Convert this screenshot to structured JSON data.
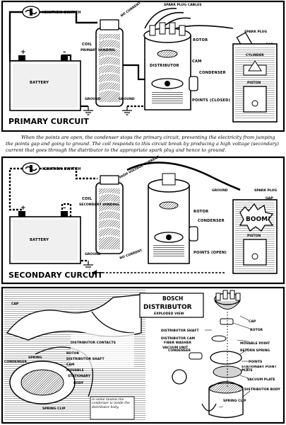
{
  "primary": {
    "title": "PRIMARY CURCUIT",
    "labels": {
      "ignition_switch": "IGNITION SWITCH",
      "no_current": "NO CURRENT",
      "spark_cables": "SPARK PLUG CABLES",
      "spark_plug": "SPARK PLUG",
      "rotor": "ROTOR",
      "gap": "GAP",
      "coil": "COIL",
      "primary_winding": "PRIMARY WINDING",
      "cylinder": "CYLINDER",
      "distributor": "DISTRIBUTOR",
      "cam": "CAM",
      "condenser": "CONDENSER",
      "battery": "BATTERY",
      "piston": "PISTON",
      "ground_1": "GROUND",
      "ground_2": "GROUND",
      "points_closed": "POINTS (CLOSED)",
      "plus": "+",
      "minus": "–"
    }
  },
  "caption": {
    "line1": "When the points are open, the condenser stops the primary circuit, preventing the electricity from jumping",
    "line2": "the points gap and going to ground. The coil responds to this circuit break by producing a high voltage (secondary)",
    "line3": "current that goes through the distributor to the appropriate spark plug and hence to ground."
  },
  "secondary": {
    "title": "SECONDARY CURCUIT",
    "labels": {
      "ignition_switch": "IGNITION SWITCH",
      "high_voltage": "HIGH VOLTAGE CURRENT",
      "ground_top": "GROUND",
      "spark_plug": "SPARK PLUG",
      "gap": "GAP",
      "coil": "COIL",
      "secondary_winding": "SECONDARY WINDING",
      "rotor": "ROTOR",
      "condenser": "CONDENSER",
      "boom": "BOOM!",
      "battery": "BATTERY",
      "piston": "PISTON",
      "no_current": "NO CURRENT",
      "ground": "GROUND",
      "points_open": "POINTS (OPEN)",
      "plus": "+",
      "minus": "–"
    }
  },
  "bosch": {
    "title": "BOSCH",
    "title2": "DISTRIBUTOR",
    "subtitle": "EXPLODED VIEW",
    "labels": {
      "cap": "CAP",
      "distributor_shaft": "DISTRIBUTOR SHAFT",
      "rotor": "ROTOR",
      "distributor_cam": "DISTRIBUTOR CAM",
      "fiber_washer": "FIBER WASHER",
      "movable_point": "MOVABLE POINT",
      "return_spring": "RETURN SPRING",
      "condenser": "CONDENSER",
      "vacuum_unit": "VACUUM UNIT",
      "points": "POINTS",
      "stationary_point_plate": "STATIONARY POINT PLATE",
      "vacuum_plate": "VACUUM PLATE",
      "distributor_body": "DISTRIBUTOR BODY",
      "spring_clip": "SPRING CLIP"
    },
    "left_labels": {
      "distributor_contacts": "DISTRIBUTOR CONTACTS",
      "rotor": "ROTOR",
      "condenser": "CONDENSER",
      "spring": "SPRING",
      "distributor_shaft": "DISTRIBUTOR SHAFT",
      "cam": "CAM",
      "movable": "MOVABLE",
      "stationary": "STATIONARY",
      "body": "BODY",
      "spring_clip": "SPRING CLIP",
      "cap": "CAP"
    },
    "note": "In some models the condenser is inside the distributor body."
  }
}
